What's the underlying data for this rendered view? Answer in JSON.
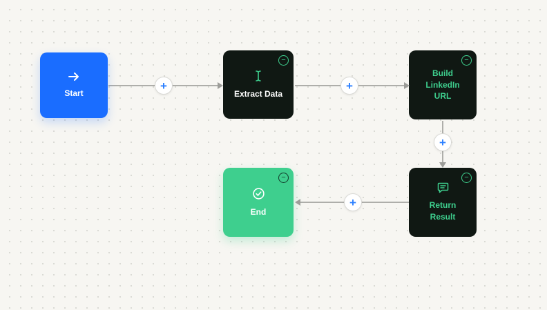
{
  "canvas": {
    "background_color": "#f7f6f2",
    "dot_color": "#d9d8d3"
  },
  "nodes": {
    "start": {
      "label": "Start",
      "icon": "arrow-right-icon",
      "bg": "#1a6dff",
      "text_color": "#ffffff"
    },
    "extract": {
      "label": "Extract Data",
      "icon": "text-cursor-icon",
      "bg": "#101813",
      "text_color": "#ffffff"
    },
    "build": {
      "label": "Build LinkedIn URL",
      "bg": "#101813",
      "text_color": "#3ecf8e"
    },
    "return": {
      "label": "Return Result",
      "icon": "message-icon",
      "bg": "#101813",
      "text_color": "#3ecf8e"
    },
    "end": {
      "label": "End",
      "icon": "check-circle-icon",
      "bg": "#3ecf8e",
      "text_color": "#ffffff"
    }
  },
  "edges": [
    {
      "from": "start",
      "to": "extract"
    },
    {
      "from": "extract",
      "to": "build"
    },
    {
      "from": "build",
      "to": "return"
    },
    {
      "from": "return",
      "to": "end"
    }
  ],
  "controls": {
    "add": "+",
    "remove": "−"
  },
  "colors": {
    "accent_green": "#3ecf8e",
    "start_blue": "#1a6dff",
    "dark_node": "#101813",
    "edge_gray": "#aeaeaa",
    "plus_blue": "#2b7fff"
  }
}
